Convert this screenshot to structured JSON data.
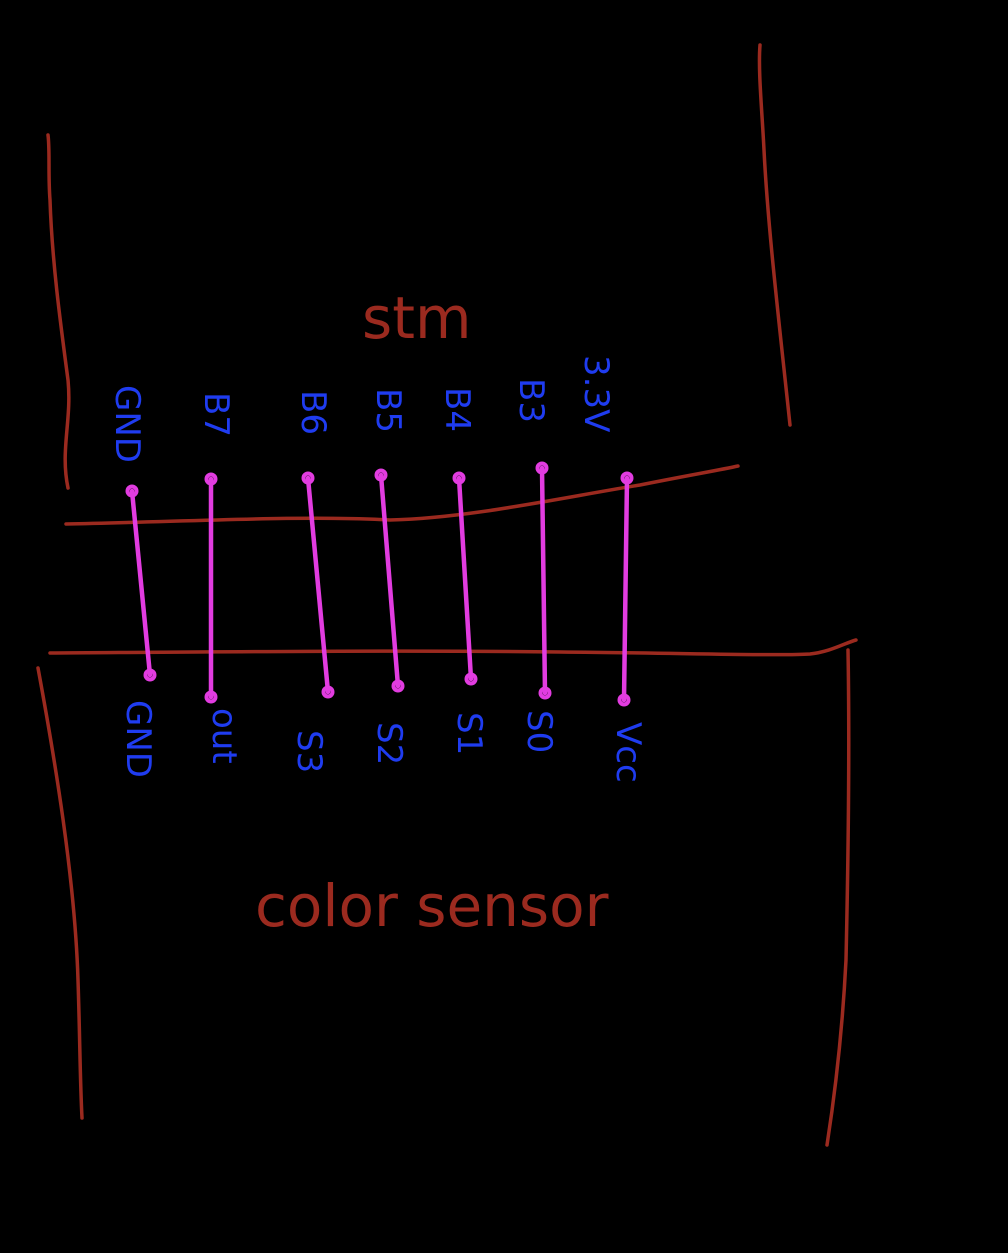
{
  "stm": {
    "title": "stm"
  },
  "sensor": {
    "title": "color sensor"
  },
  "colors": {
    "border": "#9b2a1f",
    "wire": "#e23ce0",
    "label": "#1f3cf0",
    "background": "#000000"
  },
  "connections": [
    {
      "stm_pin": "GND",
      "sensor_pin": "GND"
    },
    {
      "stm_pin": "B7",
      "sensor_pin": "out"
    },
    {
      "stm_pin": "B6",
      "sensor_pin": "S3"
    },
    {
      "stm_pin": "B5",
      "sensor_pin": "S2"
    },
    {
      "stm_pin": "B4",
      "sensor_pin": "S1"
    },
    {
      "stm_pin": "B3",
      "sensor_pin": "S0"
    },
    {
      "stm_pin": "3.3V",
      "sensor_pin": "Vcc"
    }
  ]
}
